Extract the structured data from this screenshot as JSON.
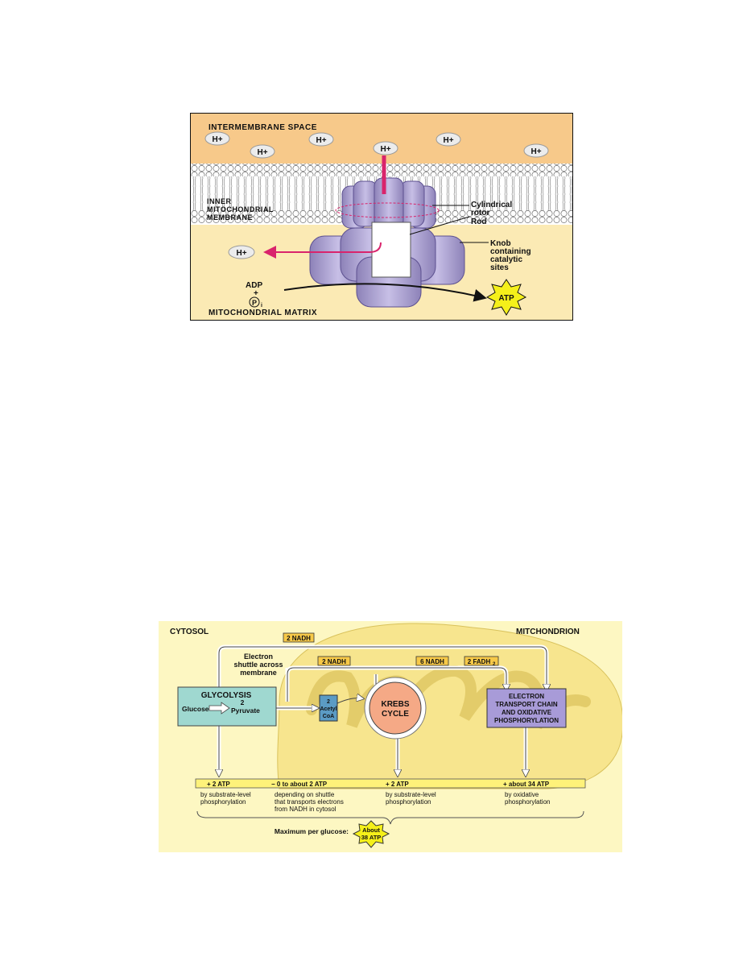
{
  "atp_synthase": {
    "intermembrane_space": "INTERMEMBRANE SPACE",
    "hplus": "H+",
    "inner_membrane_lines": [
      "INNER",
      "MITOCHONDRIAL",
      "MEMBRANE"
    ],
    "cylindrical_rotor_lines": [
      "Cylindrical",
      "rotor"
    ],
    "rod": "Rod",
    "knob_lines": [
      "Knob",
      "containing",
      "catalytic",
      "sites"
    ],
    "adp": "ADP",
    "plus": "+",
    "pi": "P",
    "pi_sub": "i",
    "atp": "ATP",
    "matrix": "MITOCHONDRIAL MATRIX"
  },
  "respiration_yield": {
    "cytosol": "CYTOSOL",
    "mitochondrion": "MITCHONDRION",
    "nadh_2_top": "2 NADH",
    "shuttle_lines": [
      "Electron",
      "shuttle across",
      "membrane"
    ],
    "nadh_2_mid": "2 NADH",
    "nadh_6": "6 NADH",
    "fadh": "2 FADH",
    "fadh_sub": "2",
    "glycolysis": "GLYCOLYSIS",
    "glucose": "Glucose",
    "pyruvate_num": "2",
    "pyruvate": "Pyruvate",
    "acetyl_lines": [
      "2",
      "Acetyl",
      "CoA"
    ],
    "krebs_lines": [
      "KREBS",
      "CYCLE"
    ],
    "etc_lines": [
      "ELECTRON",
      "TRANSPORT CHAIN",
      "AND OXIDATIVE",
      "PHOSPHORYLATION"
    ],
    "atp_values": [
      "+ 2 ATP",
      "− 0 to about 2 ATP",
      "+ 2 ATP",
      "+ about 34 ATP"
    ],
    "desc1_lines": [
      "by substrate-level",
      "phosphorylation"
    ],
    "desc2_lines": [
      "depending on shuttle",
      "that transports electrons",
      "from NADH in cytosol"
    ],
    "desc3_lines": [
      "by substrate-level",
      "phosphorylation"
    ],
    "desc4_lines": [
      "by oxidative",
      "phosphorylation"
    ],
    "maximum": "Maximum per glucose:",
    "about_lines": [
      "About",
      "38 ATP"
    ]
  }
}
